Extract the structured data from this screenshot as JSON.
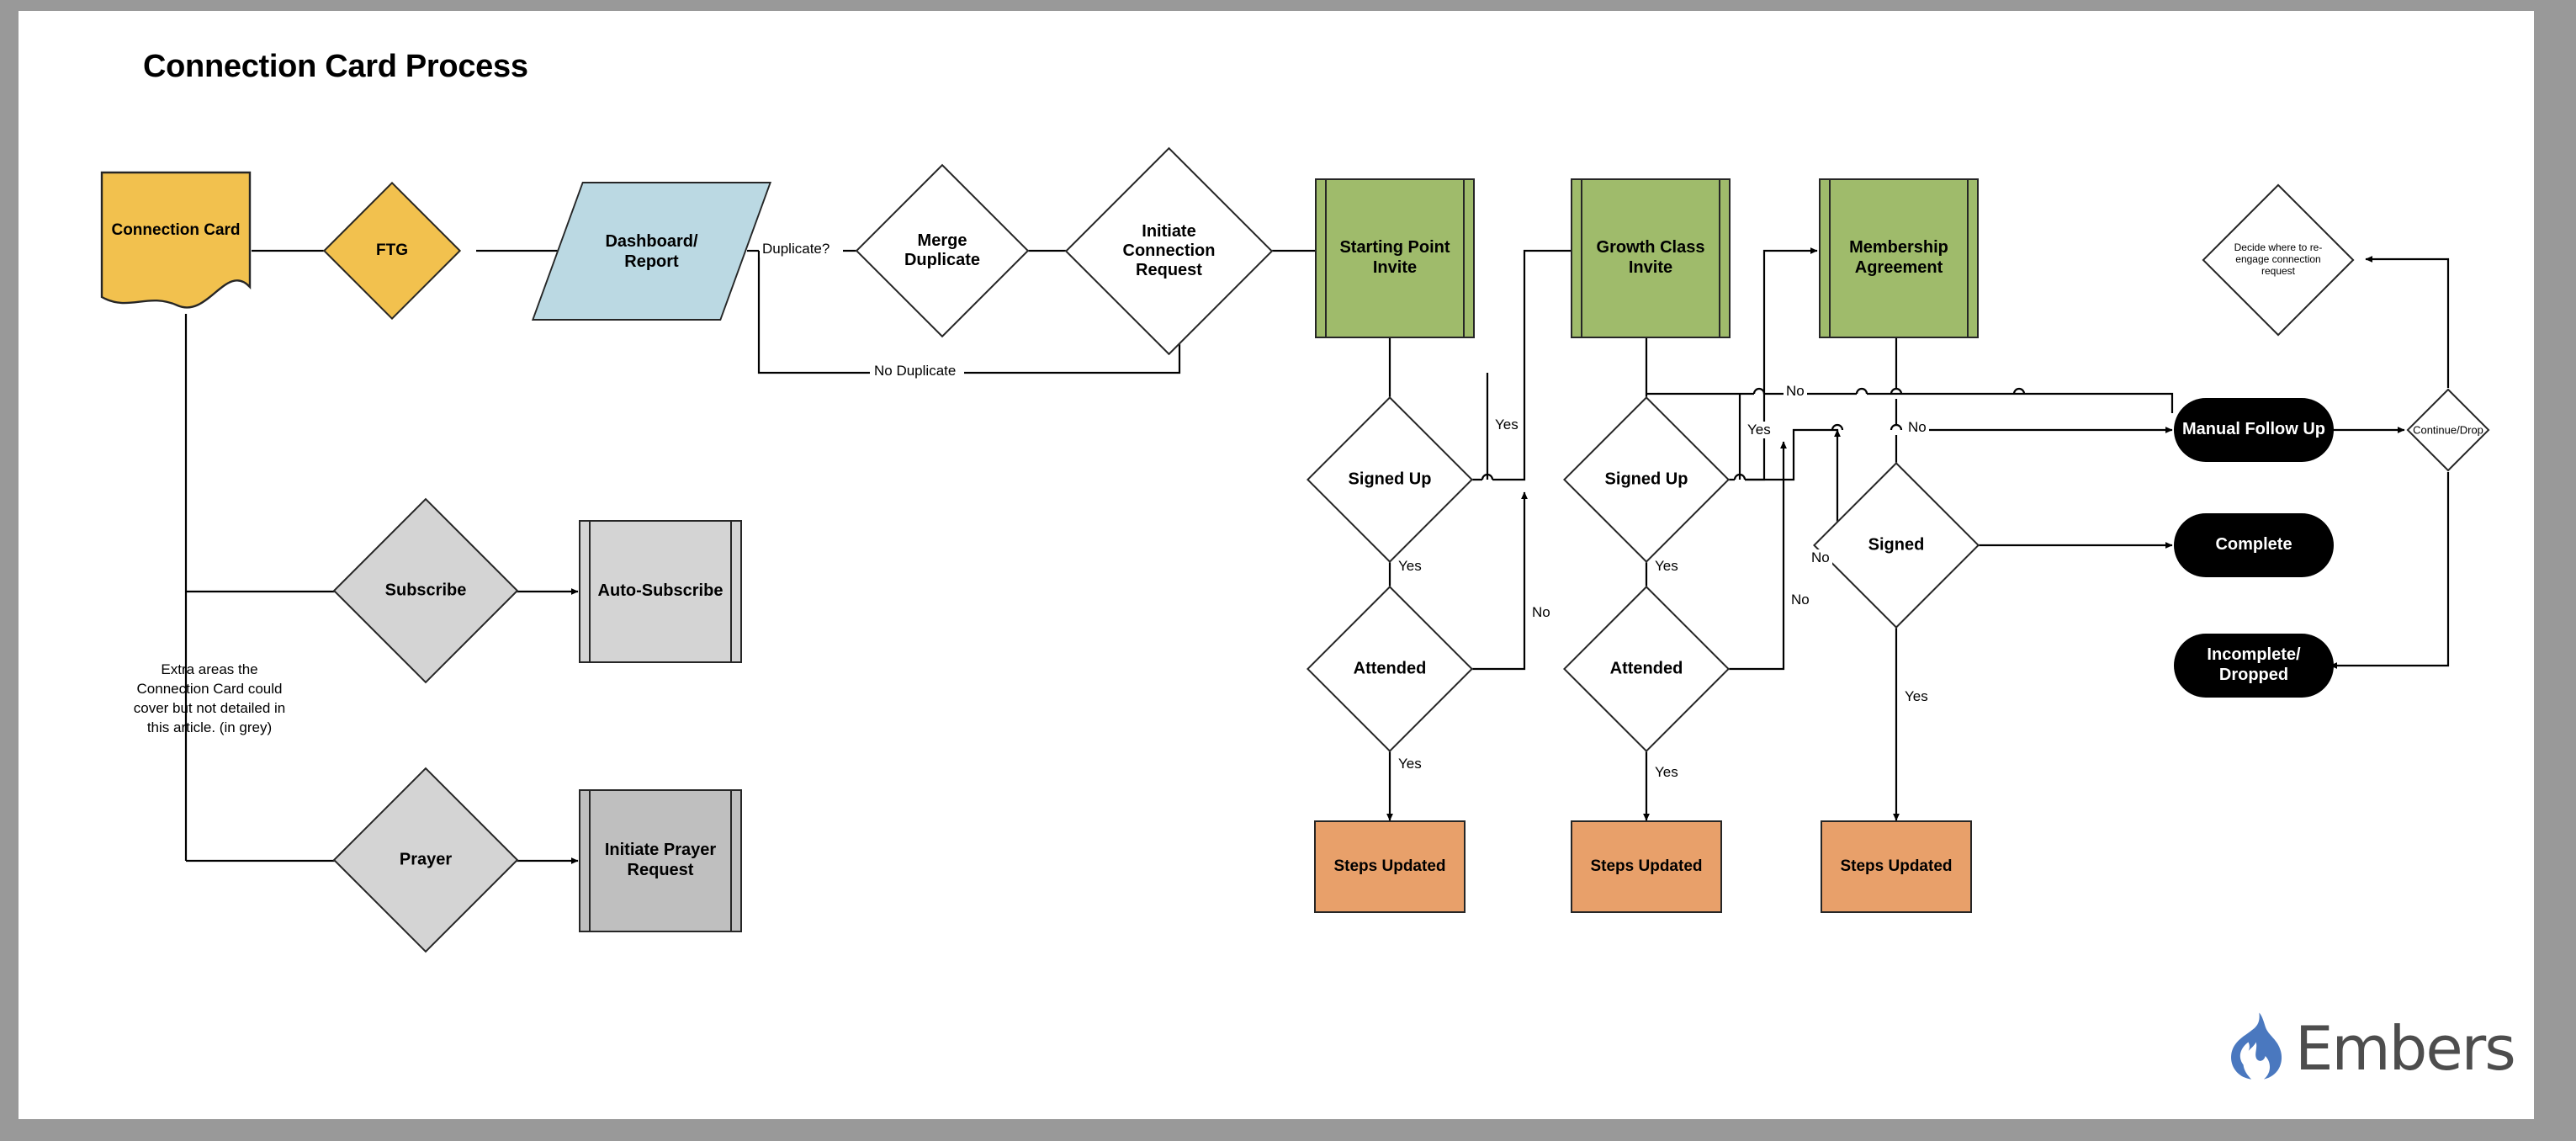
{
  "page": {
    "title": "Connection Card Process",
    "background_color": "#999999",
    "canvas_color": "#ffffff"
  },
  "palette": {
    "yellow": "#F2C14E",
    "blue": "#BBD9E3",
    "green": "#9FBB6B",
    "orange": "#E8A06A",
    "grey": "#D4D4D4",
    "grey_dark": "#BFBFBF",
    "black": "#000000",
    "stroke": "#262626"
  },
  "nodes": {
    "connection_card": "Connection Card",
    "ftg": "FTG",
    "dashboard_report": "Dashboard/\nReport",
    "dashboard_report_line1": "Dashboard/",
    "dashboard_report_line2": "Report",
    "merge_duplicate_line1": "Merge",
    "merge_duplicate_line2": "Duplicate",
    "initiate_connection_line1": "Initiate",
    "initiate_connection_line2": "Connection",
    "initiate_connection_line3": "Request",
    "starting_point_invite_line1": "Starting Point",
    "starting_point_invite_line2": "Invite",
    "growth_class_invite_line1": "Growth Class",
    "growth_class_invite_line2": "Invite",
    "membership_agreement_line1": "Membership",
    "membership_agreement_line2": "Agreement",
    "signed_up_1": "Signed Up",
    "signed_up_2": "Signed Up",
    "attended_1": "Attended",
    "attended_2": "Attended",
    "signed": "Signed",
    "steps_updated_1": "Steps Updated",
    "steps_updated_2": "Steps Updated",
    "steps_updated_3": "Steps Updated",
    "manual_follow_up": "Manual Follow Up",
    "complete": "Complete",
    "incomplete_dropped_line1": "Incomplete/",
    "incomplete_dropped_line2": "Dropped",
    "decide_reengage_line1": "Decide where to re-",
    "decide_reengage_line2": "engage connection",
    "decide_reengage_line3": "request",
    "continue_drop": "Continue/Drop",
    "subscribe": "Subscribe",
    "auto_subscribe": "Auto-Subscribe",
    "prayer": "Prayer",
    "initiate_prayer_line1": "Initiate Prayer",
    "initiate_prayer_line2": "Request"
  },
  "edge_labels": {
    "duplicate_q": "Duplicate?",
    "no_duplicate": "No Duplicate",
    "yes_sp": "Yes",
    "no_sp": "No",
    "yes_su1": "Yes",
    "yes_att1": "Yes",
    "yes_gc": "Yes",
    "no_gc": "No",
    "yes_su2": "Yes",
    "yes_att2": "Yes",
    "no_ma_top": "No",
    "no_ma_second": "No",
    "no_signed": "No",
    "yes_signed": "Yes"
  },
  "note": {
    "line1": "Extra areas the",
    "line2": "Connection Card could",
    "line3": "cover but not detailed in",
    "line4": "this article. (in grey)"
  },
  "logo": {
    "word": "Embers",
    "flame_color": "#4a78bf",
    "text_color": "#4d4d4d"
  },
  "chart_data": {
    "type": "diagram",
    "title": "Connection Card Process",
    "nodes": [
      {
        "id": "connection_card",
        "label": "Connection Card",
        "shape": "document",
        "color": "#F2C14E"
      },
      {
        "id": "ftg",
        "label": "FTG",
        "shape": "diamond",
        "color": "#F2C14E"
      },
      {
        "id": "dashboard",
        "label": "Dashboard/ Report",
        "shape": "parallelogram",
        "color": "#BBD9E3"
      },
      {
        "id": "merge_duplicate",
        "label": "Merge Duplicate",
        "shape": "diamond",
        "color": "#ffffff"
      },
      {
        "id": "initiate_connection",
        "label": "Initiate Connection Request",
        "shape": "diamond",
        "color": "#ffffff"
      },
      {
        "id": "starting_point",
        "label": "Starting Point Invite",
        "shape": "predefined-process",
        "color": "#9FBB6B"
      },
      {
        "id": "growth_class",
        "label": "Growth Class Invite",
        "shape": "predefined-process",
        "color": "#9FBB6B"
      },
      {
        "id": "membership_agreement",
        "label": "Membership Agreement",
        "shape": "predefined-process",
        "color": "#9FBB6B"
      },
      {
        "id": "signed_up_1",
        "label": "Signed Up",
        "shape": "diamond",
        "color": "#ffffff"
      },
      {
        "id": "attended_1",
        "label": "Attended",
        "shape": "diamond",
        "color": "#ffffff"
      },
      {
        "id": "signed_up_2",
        "label": "Signed Up",
        "shape": "diamond",
        "color": "#ffffff"
      },
      {
        "id": "attended_2",
        "label": "Attended",
        "shape": "diamond",
        "color": "#ffffff"
      },
      {
        "id": "signed",
        "label": "Signed",
        "shape": "diamond",
        "color": "#ffffff"
      },
      {
        "id": "steps_updated_1",
        "label": "Steps Updated",
        "shape": "rect",
        "color": "#E8A06A"
      },
      {
        "id": "steps_updated_2",
        "label": "Steps Updated",
        "shape": "rect",
        "color": "#E8A06A"
      },
      {
        "id": "steps_updated_3",
        "label": "Steps Updated",
        "shape": "rect",
        "color": "#E8A06A"
      },
      {
        "id": "manual_follow_up",
        "label": "Manual Follow Up",
        "shape": "pill",
        "color": "#000000"
      },
      {
        "id": "complete",
        "label": "Complete",
        "shape": "pill",
        "color": "#000000"
      },
      {
        "id": "incomplete_dropped",
        "label": "Incomplete/ Dropped",
        "shape": "pill",
        "color": "#000000"
      },
      {
        "id": "decide_reengage",
        "label": "Decide where to re-engage connection request",
        "shape": "diamond",
        "color": "#ffffff"
      },
      {
        "id": "continue_drop",
        "label": "Continue/Drop",
        "shape": "diamond",
        "color": "#ffffff"
      },
      {
        "id": "subscribe",
        "label": "Subscribe",
        "shape": "diamond",
        "color": "#D4D4D4"
      },
      {
        "id": "auto_subscribe",
        "label": "Auto-Subscribe",
        "shape": "predefined-process",
        "color": "#D4D4D4"
      },
      {
        "id": "prayer",
        "label": "Prayer",
        "shape": "diamond",
        "color": "#D4D4D4"
      },
      {
        "id": "initiate_prayer",
        "label": "Initiate Prayer Request",
        "shape": "predefined-process",
        "color": "#BFBFBF"
      }
    ],
    "edges": [
      {
        "from": "connection_card",
        "to": "ftg",
        "label": ""
      },
      {
        "from": "ftg",
        "to": "dashboard",
        "label": ""
      },
      {
        "from": "dashboard",
        "to": "merge_duplicate",
        "label": "Duplicate?"
      },
      {
        "from": "dashboard",
        "to": "initiate_connection",
        "label": "No Duplicate"
      },
      {
        "from": "merge_duplicate",
        "to": "initiate_connection",
        "label": ""
      },
      {
        "from": "initiate_connection",
        "to": "starting_point",
        "label": ""
      },
      {
        "from": "starting_point",
        "to": "signed_up_1",
        "label": ""
      },
      {
        "from": "signed_up_1",
        "to": "growth_class",
        "label": "Yes"
      },
      {
        "from": "signed_up_1",
        "to": "attended_1",
        "label": "Yes"
      },
      {
        "from": "attended_1",
        "to": "steps_updated_1",
        "label": "Yes"
      },
      {
        "from": "attended_1",
        "to": "signed_up_1",
        "label": "No"
      },
      {
        "from": "growth_class",
        "to": "signed_up_2",
        "label": ""
      },
      {
        "from": "signed_up_2",
        "to": "membership_agreement",
        "label": "Yes"
      },
      {
        "from": "signed_up_2",
        "to": "attended_2",
        "label": "Yes"
      },
      {
        "from": "attended_2",
        "to": "steps_updated_2",
        "label": "Yes"
      },
      {
        "from": "attended_2",
        "to": "signed_up_2",
        "label": "No"
      },
      {
        "from": "growth_class",
        "to": "manual_follow_up",
        "label": "No"
      },
      {
        "from": "membership_agreement",
        "to": "signed",
        "label": ""
      },
      {
        "from": "membership_agreement",
        "to": "manual_follow_up",
        "label": "No"
      },
      {
        "from": "signed",
        "to": "complete",
        "label": ""
      },
      {
        "from": "signed",
        "to": "steps_updated_3",
        "label": "Yes"
      },
      {
        "from": "signed",
        "to": "membership_agreement",
        "label": "No"
      },
      {
        "from": "manual_follow_up",
        "to": "continue_drop",
        "label": ""
      },
      {
        "from": "continue_drop",
        "to": "incomplete_dropped",
        "label": ""
      },
      {
        "from": "continue_drop",
        "to": "decide_reengage",
        "label": ""
      },
      {
        "from": "connection_card",
        "to": "subscribe",
        "label": ""
      },
      {
        "from": "subscribe",
        "to": "auto_subscribe",
        "label": ""
      },
      {
        "from": "connection_card",
        "to": "prayer",
        "label": ""
      },
      {
        "from": "prayer",
        "to": "initiate_prayer",
        "label": ""
      }
    ]
  }
}
